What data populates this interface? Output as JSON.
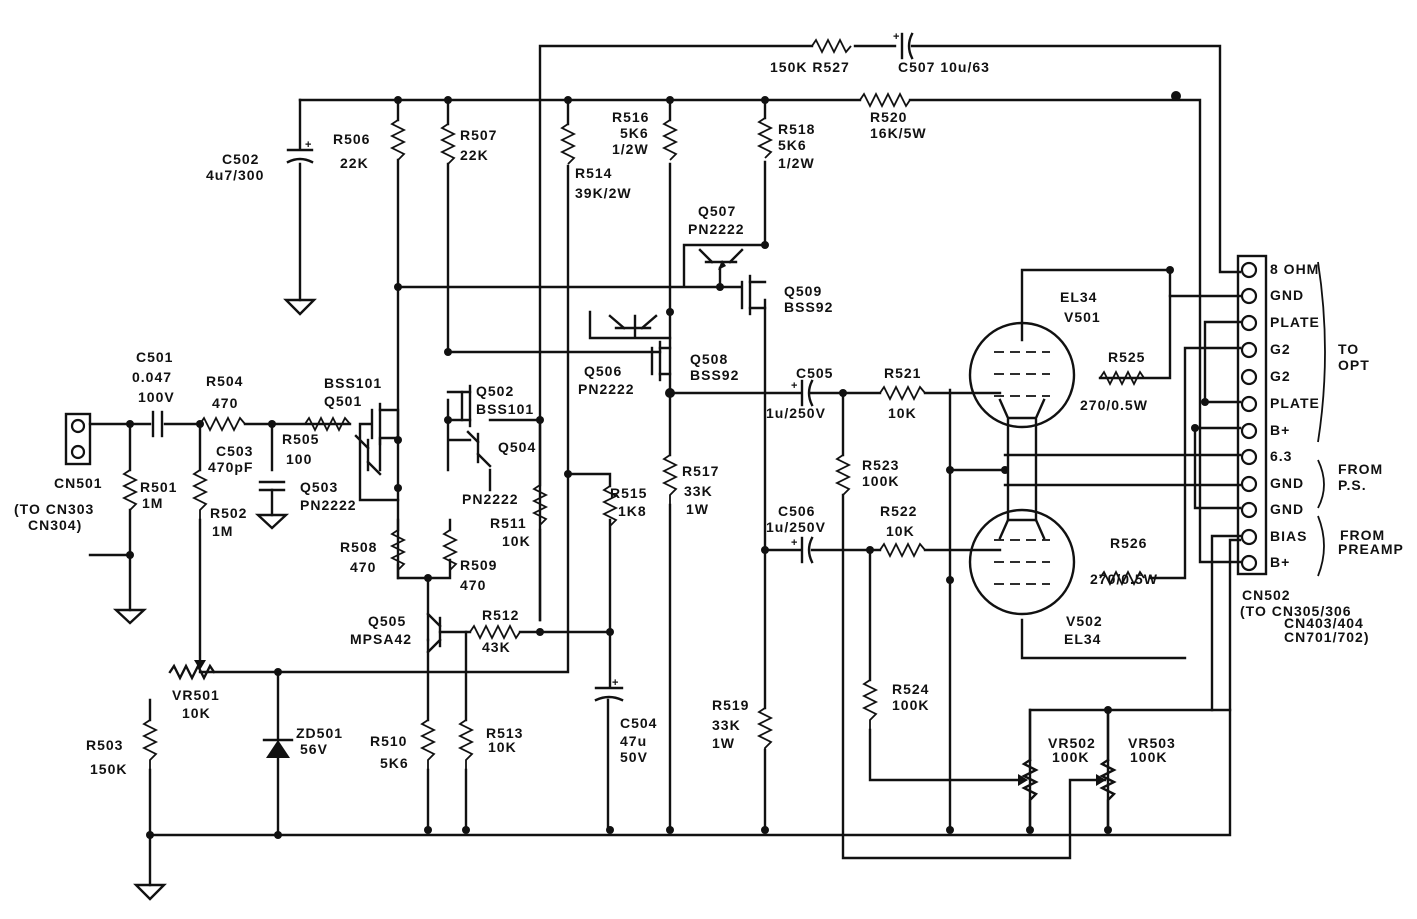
{
  "labels": {
    "r527": "150K  R527",
    "c507": "C507  10u/63",
    "r520": "R520",
    "r520v": "16K/5W",
    "c502": "C502",
    "c502v": "4u7/300",
    "r506": "R506",
    "r506v": "22K",
    "r507": "R507",
    "r507v": "22K",
    "r516": "R516",
    "r516v": "5K6",
    "r516w": "1/2W",
    "r514": "R514",
    "r514v": "39K/2W",
    "r518": "R518",
    "r518v": "5K6",
    "r518w": "1/2W",
    "q507": "Q507",
    "q507v": "PN2222",
    "q509": "Q509",
    "q509v": "BSS92",
    "q506": "Q506",
    "q506v": "PN2222",
    "q508": "Q508",
    "q508v": "BSS92",
    "c501": "C501",
    "c501v": "0.047",
    "c501w": "100V",
    "r504": "R504",
    "r504v": "470",
    "bss101": "BSS101",
    "q501": "Q501",
    "q502": "Q502",
    "q502v": "BSS101",
    "c503": "C503",
    "c503v": "470pF",
    "r505": "R505",
    "r505v": "100",
    "q504": "Q504",
    "q503": "Q503",
    "q503v": "PN2222",
    "pn2222b": "PN2222",
    "cn501": "CN501",
    "cn501a": "(TO CN303",
    "cn501b": "CN304)",
    "r501": "R501",
    "r501v": "1M",
    "r502": "R502",
    "r502v": "1M",
    "r508": "R508",
    "r508v": "470",
    "r509": "R509",
    "r509v": "470",
    "r511": "R511",
    "r511v": "10K",
    "r515": "R515",
    "r515v": "1K8",
    "r517": "R517",
    "r517v": "33K",
    "r517w": "1W",
    "c505": "C505",
    "c505v": "1u/250V",
    "r521": "R521",
    "r521v": "10K",
    "el34a": "EL34",
    "v501": "V501",
    "r525": "R525",
    "r525v": "270/0.5W",
    "r523": "R523",
    "r523v": "100K",
    "c506": "C506",
    "c506v": "1u/250V",
    "r522": "R522",
    "r522v": "10K",
    "r526": "R526",
    "r526v": "270/0.5W",
    "v502": "V502",
    "el34b": "EL34",
    "q505": "Q505",
    "q505v": "MPSA42",
    "r512": "R512",
    "r512v": "43K",
    "vr501": "VR501",
    "vr501v": "10K",
    "zd501": "ZD501",
    "zd501v": "56V",
    "r503": "R503",
    "r503v": "150K",
    "r510": "R510",
    "r510v": "5K6",
    "r513": "R513",
    "r513v": "10K",
    "c504": "C504",
    "c504v": "47u",
    "c504w": "50V",
    "r519": "R519",
    "r519v": "33K",
    "r519w": "1W",
    "r524": "R524",
    "r524v": "100K",
    "vr502": "VR502",
    "vr502v": "100K",
    "vr503": "VR503",
    "vr503v": "100K",
    "cn502": "CN502",
    "cn502a": "(TO CN305/306",
    "cn502b": "CN403/404",
    "cn502c": "CN701/702)",
    "to_opt1": "TO",
    "to_opt2": "OPT",
    "from_ps1": "FROM",
    "from_ps2": "P.S.",
    "from_pre1": "FROM",
    "from_pre2": "PREAMP"
  },
  "connector_pins": [
    "8 OHM",
    "GND",
    "PLATE",
    "G2",
    "G2",
    "PLATE",
    "B+",
    "6.3",
    "GND",
    "GND",
    "BIAS",
    "B+"
  ]
}
